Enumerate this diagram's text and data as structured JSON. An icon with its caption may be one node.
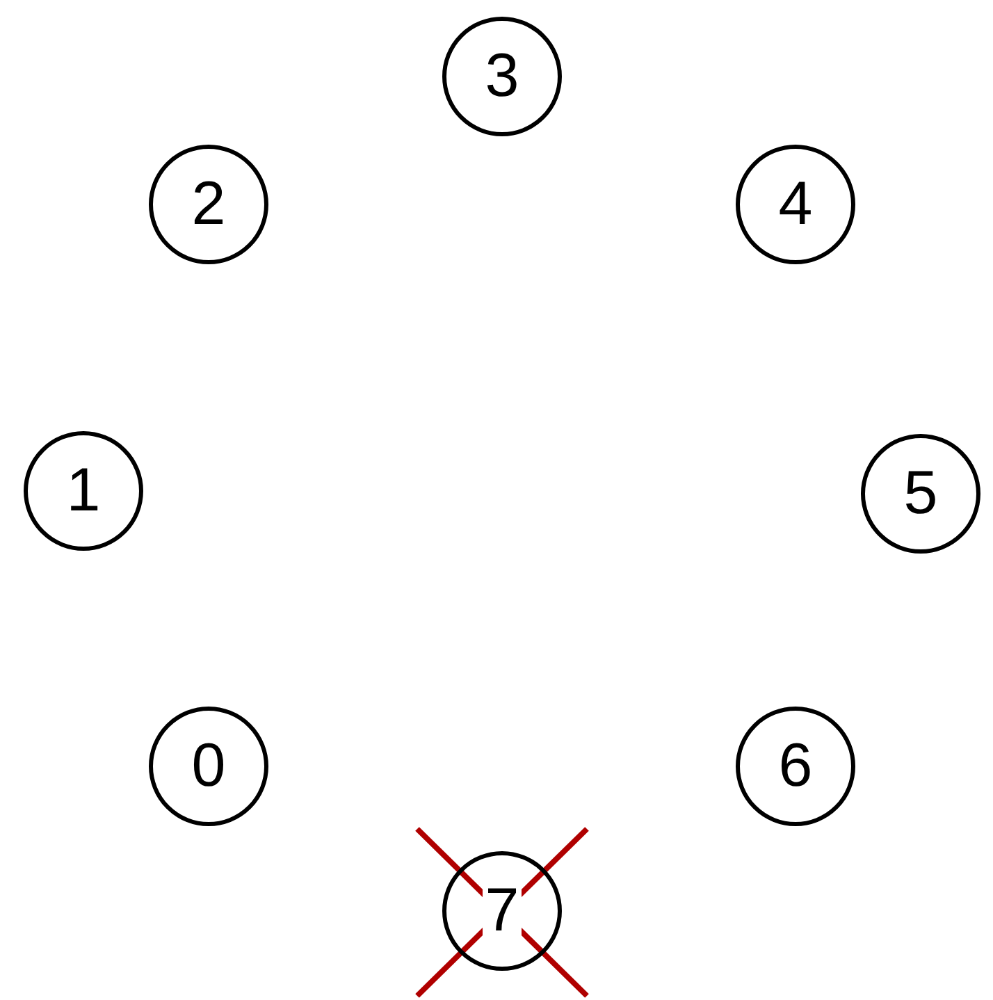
{
  "diagram": {
    "nodes": [
      {
        "text": [
          "0"
        ]
      },
      {
        "text": [
          "1"
        ]
      },
      {
        "text": [
          "2"
        ]
      },
      {
        "text": [
          "3"
        ]
      },
      {
        "text": [
          "4"
        ]
      },
      {
        "text": [
          "5"
        ]
      },
      {
        "text": [
          "6"
        ]
      },
      {
        "text": [
          "7"
        ]
      }
    ]
  }
}
